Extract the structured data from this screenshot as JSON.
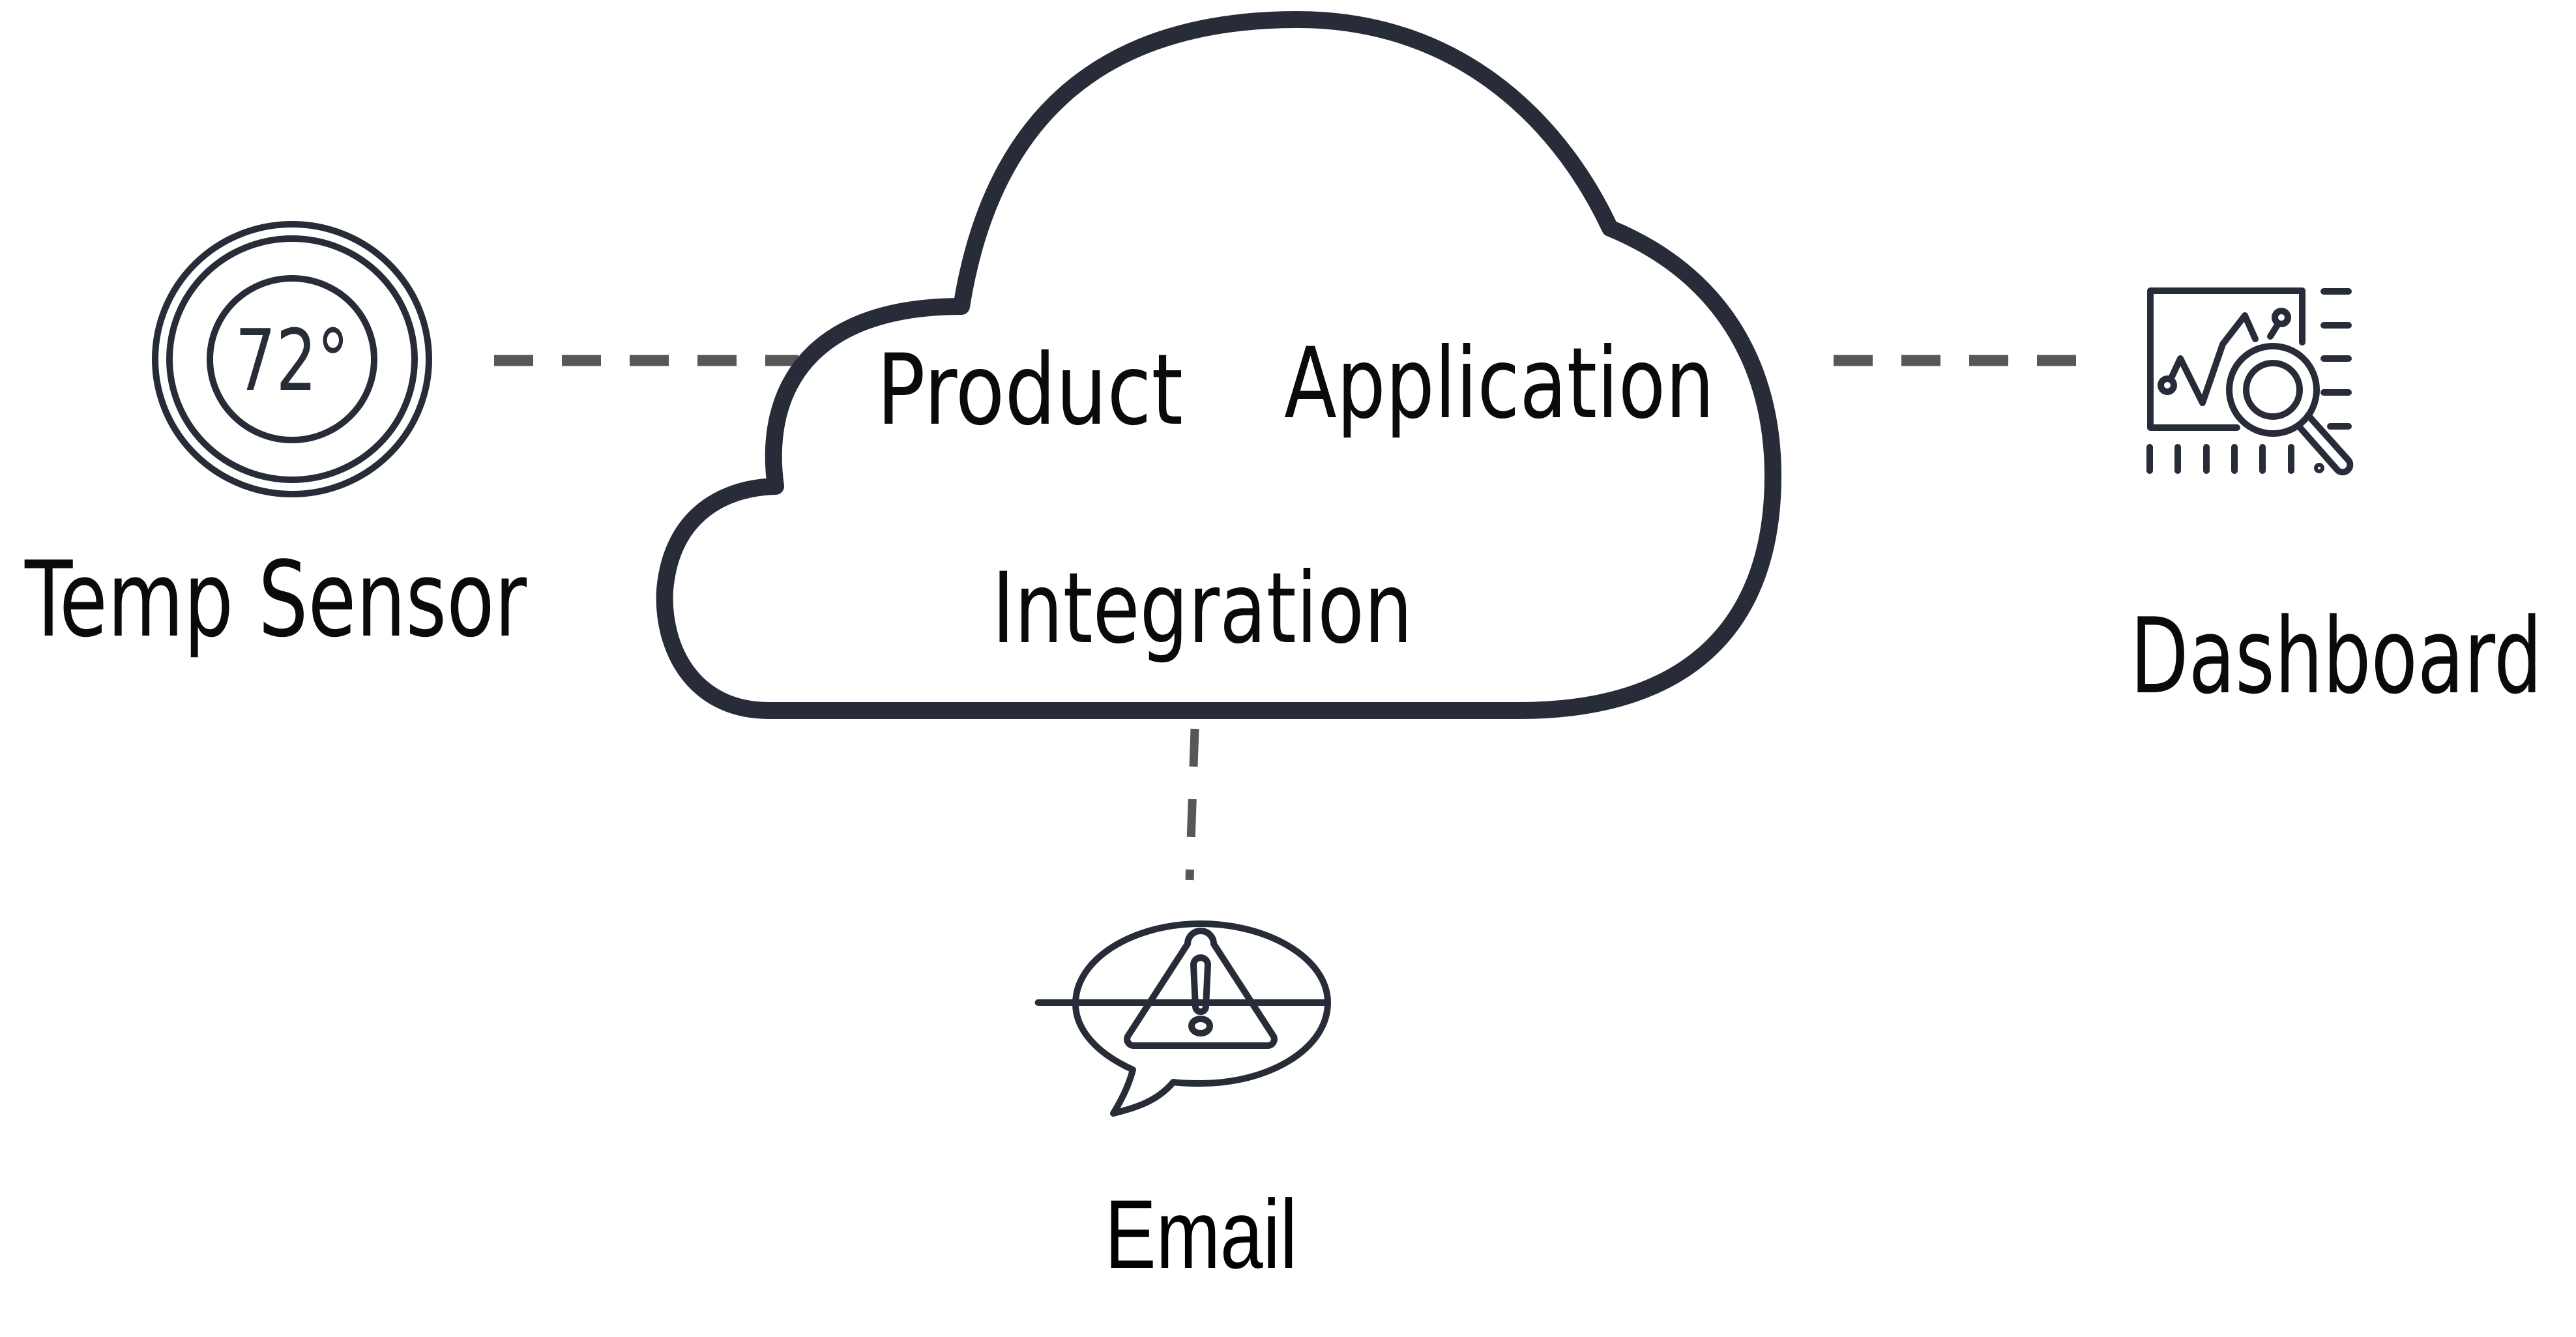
{
  "diagram": {
    "title": "Product Application Integration",
    "cloud": {
      "lines": [
        "Product",
        "Application",
        "Integration"
      ]
    },
    "nodes": {
      "temp_sensor": {
        "label": "Temp Sensor",
        "reading": "72°",
        "icon": "thermostat-icon"
      },
      "dashboard": {
        "label": "Dashboard",
        "icon": "analytics-dashboard-icon"
      },
      "email": {
        "label": "Email",
        "icon": "warning-speech-bubble-icon"
      }
    },
    "connectors": [
      {
        "from": "Temp Sensor",
        "to": "cloud",
        "style": "dashed"
      },
      {
        "from": "cloud",
        "to": "Dashboard",
        "style": "dashed"
      },
      {
        "from": "cloud",
        "to": "Email",
        "style": "dashed"
      }
    ],
    "colors": {
      "icon_stroke": "#272c38",
      "connector": "#575757",
      "text": "#0a0a0a",
      "background": "#ffffff"
    }
  }
}
